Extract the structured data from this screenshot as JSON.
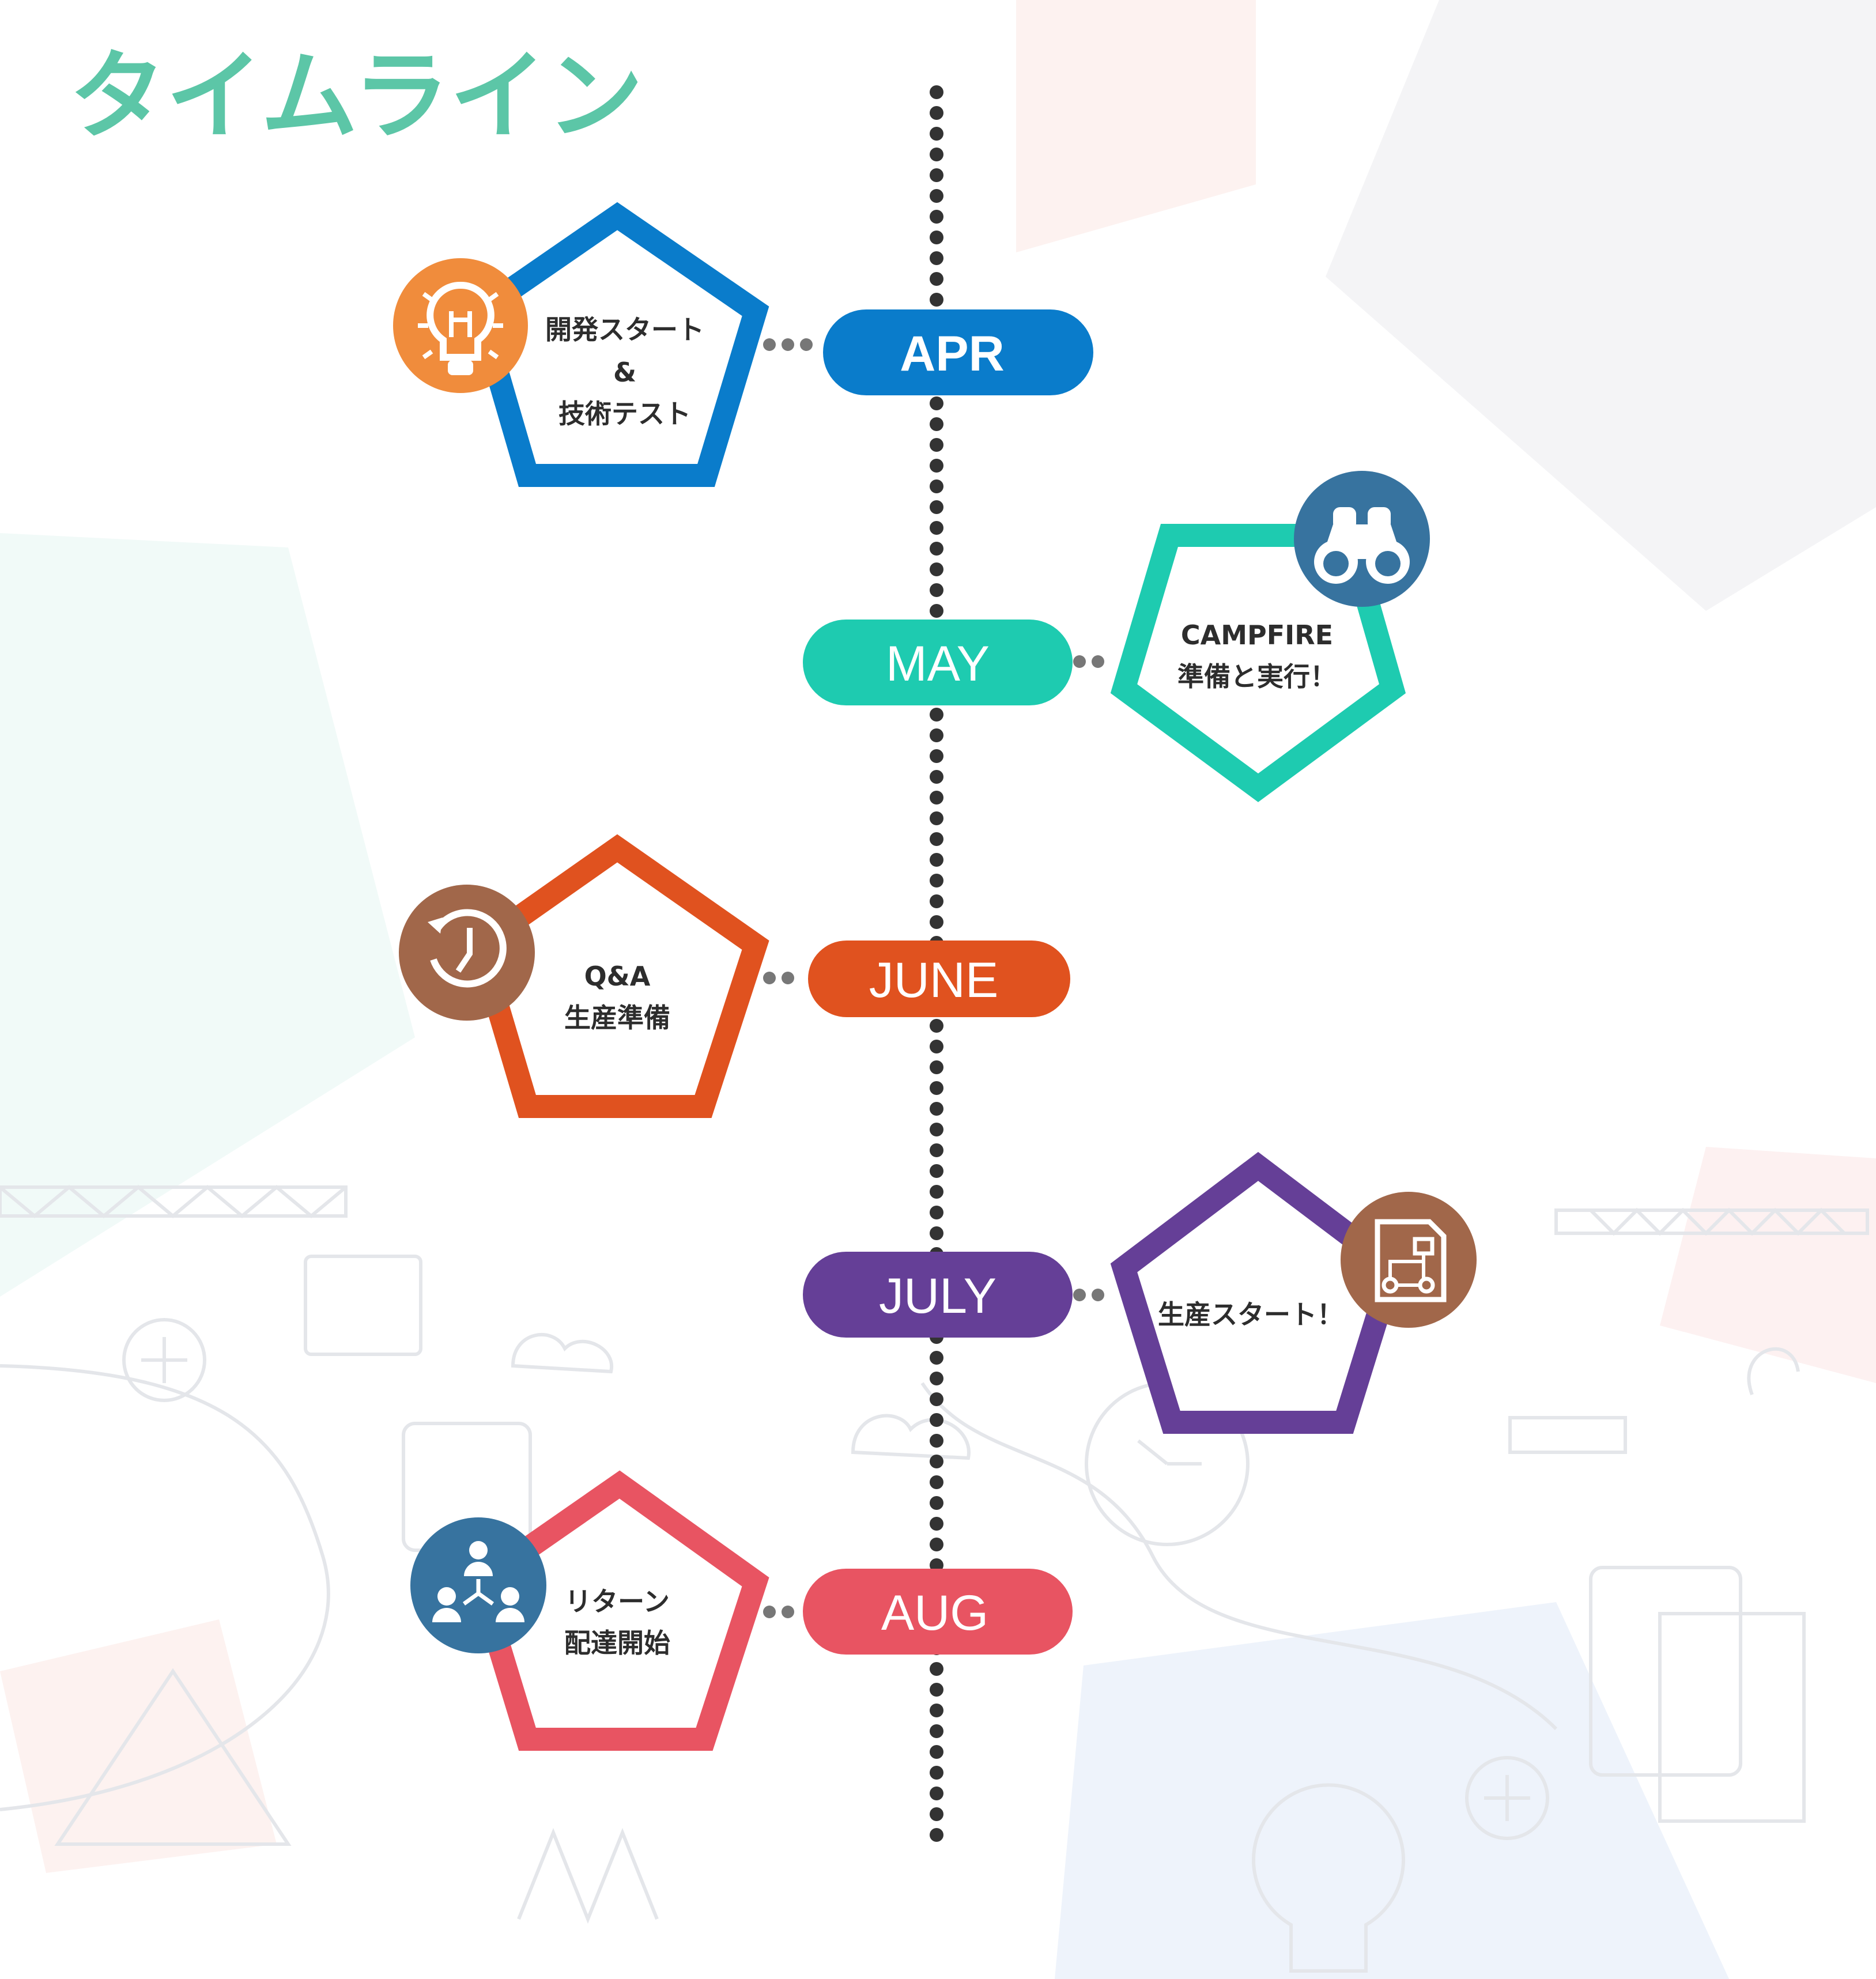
{
  "title": "タイムライン",
  "colors": {
    "title": "#5cc6a7",
    "timeline": "#333333",
    "connector": "#777777"
  },
  "milestones": [
    {
      "month": "APR",
      "lines": [
        "開発スタート",
        "&",
        "技術テスト"
      ],
      "color": "#0a7ccb",
      "icon": "lightbulb-icon",
      "icon_color": "#f08c3c"
    },
    {
      "month": "MAY",
      "lines": [
        "CAMPFIRE",
        "準備と実行！"
      ],
      "color": "#1ecbb0",
      "icon": "binoculars-icon",
      "icon_color": "#37739f"
    },
    {
      "month": "JUNE",
      "lines": [
        "Q&A",
        "生産準備"
      ],
      "color": "#e0521f",
      "icon": "clock-rotate-icon",
      "icon_color": "#a1674a"
    },
    {
      "month": "JULY",
      "lines": [
        "生産スタート！"
      ],
      "color": "#653f97",
      "icon": "flowchart-document-icon",
      "icon_color": "#a1674a"
    },
    {
      "month": "AUG",
      "lines": [
        "リターン",
        "配達開始"
      ],
      "color": "#e85462",
      "icon": "team-network-icon",
      "icon_color": "#37739f"
    }
  ]
}
